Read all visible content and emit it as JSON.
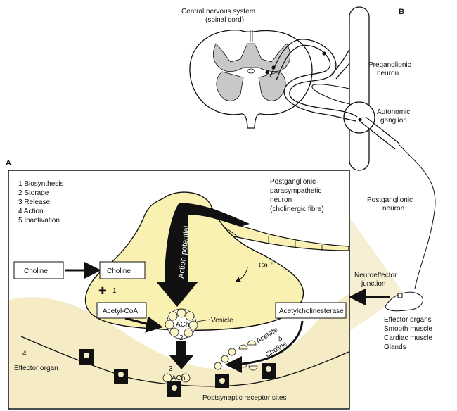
{
  "panel_a_label": "A",
  "panel_b_label": "B",
  "cns_title_line1": "Central nervous system",
  "cns_title_line2": "(spinal cord)",
  "preganglionic_line1": "Preganglionic",
  "preganglionic_line2": "neuron",
  "autonomic_line1": "Autonomic",
  "autonomic_line2": "ganglion",
  "postganglionic_line1": "Postganglionic",
  "postganglionic_line2": "neuron",
  "steps": [
    "1 Biosynthesis",
    "2 Storage",
    "3 Release",
    "4 Action",
    "5 Inactivation"
  ],
  "postgang_parasym": [
    "Postganglionic",
    "parasympathetic",
    "neuron",
    "(cholinergic fibre)"
  ],
  "choline_outside": "Choline",
  "choline_inside": "Choline",
  "plus_sign": "✚",
  "num_1": "1",
  "num_2": "2",
  "num_3": "3",
  "num_4": "4",
  "num_5": "5",
  "acetyl_coa": "Acetyl-CoA",
  "action_potential": "Action potential",
  "ca": "Ca",
  "ca_sup": "++",
  "ach_vesicle": "ACh",
  "ach_cleft": "ACh",
  "vesicle": "Vesicle",
  "acetylcholinesterase": "Acetylcholinesterase",
  "acetate": "Acetate",
  "choline_recycle": "Choline",
  "effector_organ": "Effector organ",
  "receptor_sites": "Postsynaptic receptor sites",
  "neuroeffector_line1": "Neuroeffector",
  "neuroeffector_line2": "junction",
  "effector_organs_list": [
    "Effector organs",
    "Smooth muscle",
    "Cardiac muscle",
    "Glands"
  ],
  "colors": {
    "terminal_fill": "#f8f1b2",
    "effector_fill": "#f5ecc6",
    "shadow_fill": "#f1e9c9",
    "line": "#111111"
  }
}
